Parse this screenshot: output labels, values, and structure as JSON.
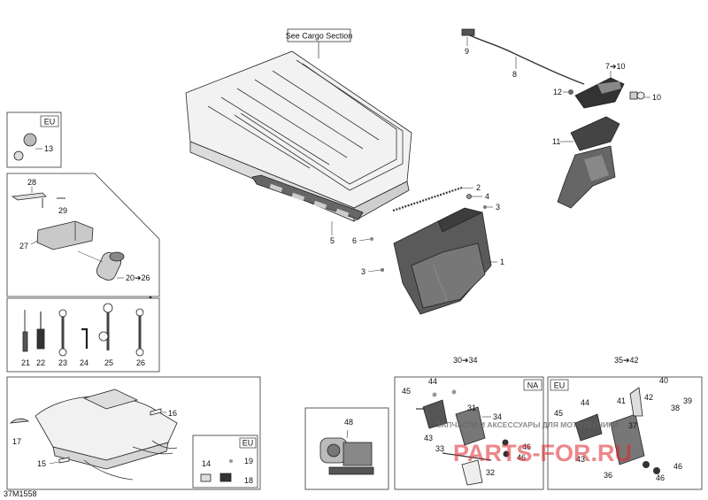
{
  "header": {
    "see_cargo": "See Cargo Section"
  },
  "figure_code": "37M1558",
  "callouts": {
    "c1": "1",
    "c2": "2",
    "c3a": "3",
    "c3b": "3",
    "c4": "4",
    "c5": "5",
    "c6": "6",
    "c7": "7➔10",
    "c8": "8",
    "c9": "9",
    "c10": "10",
    "c11": "11",
    "c12": "12",
    "c13": "13",
    "c14": "14",
    "c15": "15",
    "c16": "16",
    "c17": "17",
    "c18": "18",
    "c19": "19",
    "c20": "20➔26",
    "c21": "21",
    "c22": "22",
    "c23": "23",
    "c24": "24",
    "c25": "25",
    "c26": "26",
    "c27": "27",
    "c28": "28",
    "c29": "29",
    "c30": "30➔34",
    "c35": "35➔42"
  },
  "region_tags": {
    "eu_top": "EU",
    "eu_bottom": "EU",
    "na": "NA",
    "eu_right": "EU"
  },
  "box_na": {
    "l45": "45",
    "l44": "44",
    "l31": "31",
    "l34": "34",
    "l43": "43",
    "l33": "33",
    "l46a": "46",
    "l46b": "46",
    "l32": "32"
  },
  "box_eu": {
    "l40": "40",
    "l42": "42",
    "l41": "41",
    "l38": "38",
    "l39": "39",
    "l45": "45",
    "l44": "44",
    "l37": "37",
    "l43": "43",
    "l46a": "46",
    "l46b": "46",
    "l36": "36"
  },
  "box_48": {
    "l48": "48"
  },
  "watermark": {
    "line1": "ЗАПЧАСТИ И АКСЕССУАРЫ ДЛЯ МОТОТЕХНИКИ",
    "line2": "PARTS-FOR.RU"
  },
  "colors": {
    "line": "#333333",
    "part_fill": "#e6e6e6",
    "dark_part": "#555555",
    "watermark": "#e0262b"
  }
}
